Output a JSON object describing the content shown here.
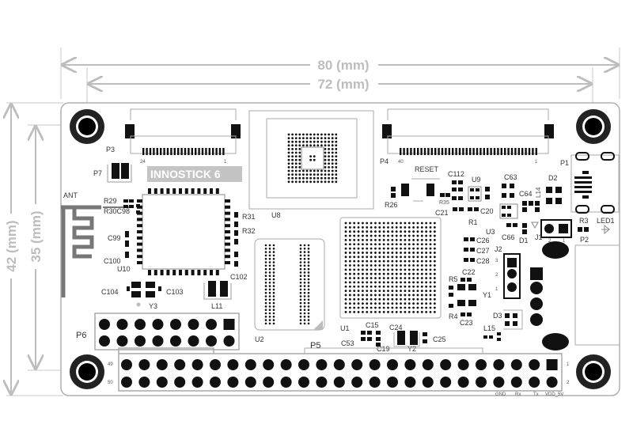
{
  "dimensions": {
    "width_80": "80 (mm)",
    "width_72": "72 (mm)",
    "height_42": "42 (mm)",
    "height_35": "35 (mm)"
  },
  "board": {
    "title": "INNOSTICK 6",
    "antenna_label": "ANT",
    "labels": {
      "P3": "P3",
      "P4": "P4",
      "P1": "P1",
      "P7": "P7",
      "P6": "P6",
      "P5": "P5",
      "P2": "P2",
      "J1": "J1",
      "J2": "J2",
      "U8": "U8",
      "U10": "U10",
      "U2": "U2",
      "U1": "U1",
      "U9": "U9",
      "U3": "U3",
      "R29": "R29",
      "R30C98": "R30C98",
      "R31": "R31",
      "R32": "R32",
      "C99": "C99",
      "C100": "C100",
      "C102": "C102",
      "C104": "C104",
      "C103": "C103",
      "Y3": "Y3",
      "L11": "L11",
      "RESET": "RESET",
      "R26": "R26",
      "R35": "R35",
      "C112": "C112",
      "C21": "C21",
      "R1": "R1",
      "C20": "C20",
      "C63": "C63",
      "C64": "C64",
      "L14": "L14",
      "C66": "C66",
      "D1": "D1",
      "D2": "D2",
      "R3": "R3",
      "LED1": "LED1",
      "C26": "C26",
      "C27": "C27",
      "C28": "C28",
      "C22": "C22",
      "R5": "R5",
      "Y1": "Y1",
      "R4": "R4",
      "C23": "C23",
      "D3": "D3",
      "L15": "L15",
      "C15": "C15",
      "C24": "C24",
      "C53": "C53",
      "C19": "C19",
      "Y2": "Y2",
      "C25": "C25"
    },
    "pin_numbers": {
      "p3_left": "24",
      "p3_right": "1",
      "p4_left": "40",
      "p4_right": "1",
      "p5_top_left": "49",
      "p5_bottom_left": "50",
      "p5_top_right": "1",
      "p5_bottom_right": "2",
      "j2_1": "1",
      "j2_2": "2",
      "j2_3": "3",
      "j1_1": "1",
      "j1_2": "2"
    },
    "pin_funcs": [
      "GND",
      "Rx",
      "Tx",
      "VDD_5V"
    ]
  },
  "icons": [
    "mounting-hole-icon",
    "chip-icon",
    "bga-icon",
    "antenna-icon",
    "connector-icon"
  ],
  "colors": {
    "outline": "#b0b0b0",
    "dim": "#bdbdbd",
    "part": "#111111",
    "title_bg": "#c4c4c4"
  }
}
